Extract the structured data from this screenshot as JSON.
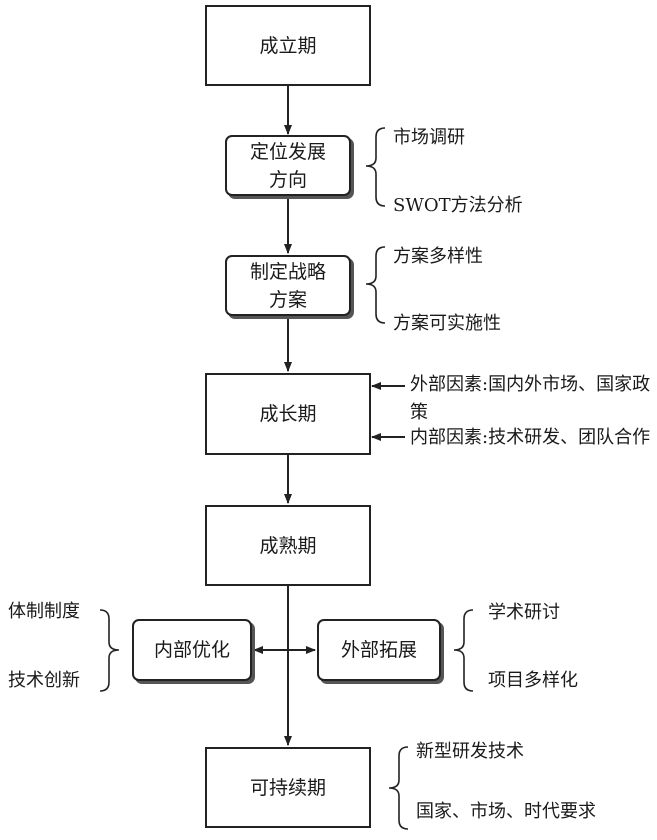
{
  "stages": {
    "founding": "成立期",
    "positioning": "定位发展方向",
    "strategy": "制定战略方案",
    "growth": "成长期",
    "maturity": "成熟期",
    "internal_opt": "内部优化",
    "external_exp": "外部拓展",
    "sustainable": "可持续期"
  },
  "notes": {
    "positioning": [
      "市场调研",
      "SWOT方法分析"
    ],
    "strategy": [
      "方案多样性",
      "方案可实施性"
    ],
    "growth_external": "外部因素:国内外市场、国家政策",
    "growth_internal": "内部因素:技术研发、团队合作",
    "internal": [
      "体制制度",
      "技术创新"
    ],
    "external": [
      "学术研讨",
      "项目多样化"
    ],
    "sustainable": [
      "新型研发技术",
      "国家、市场、时代要求"
    ]
  }
}
